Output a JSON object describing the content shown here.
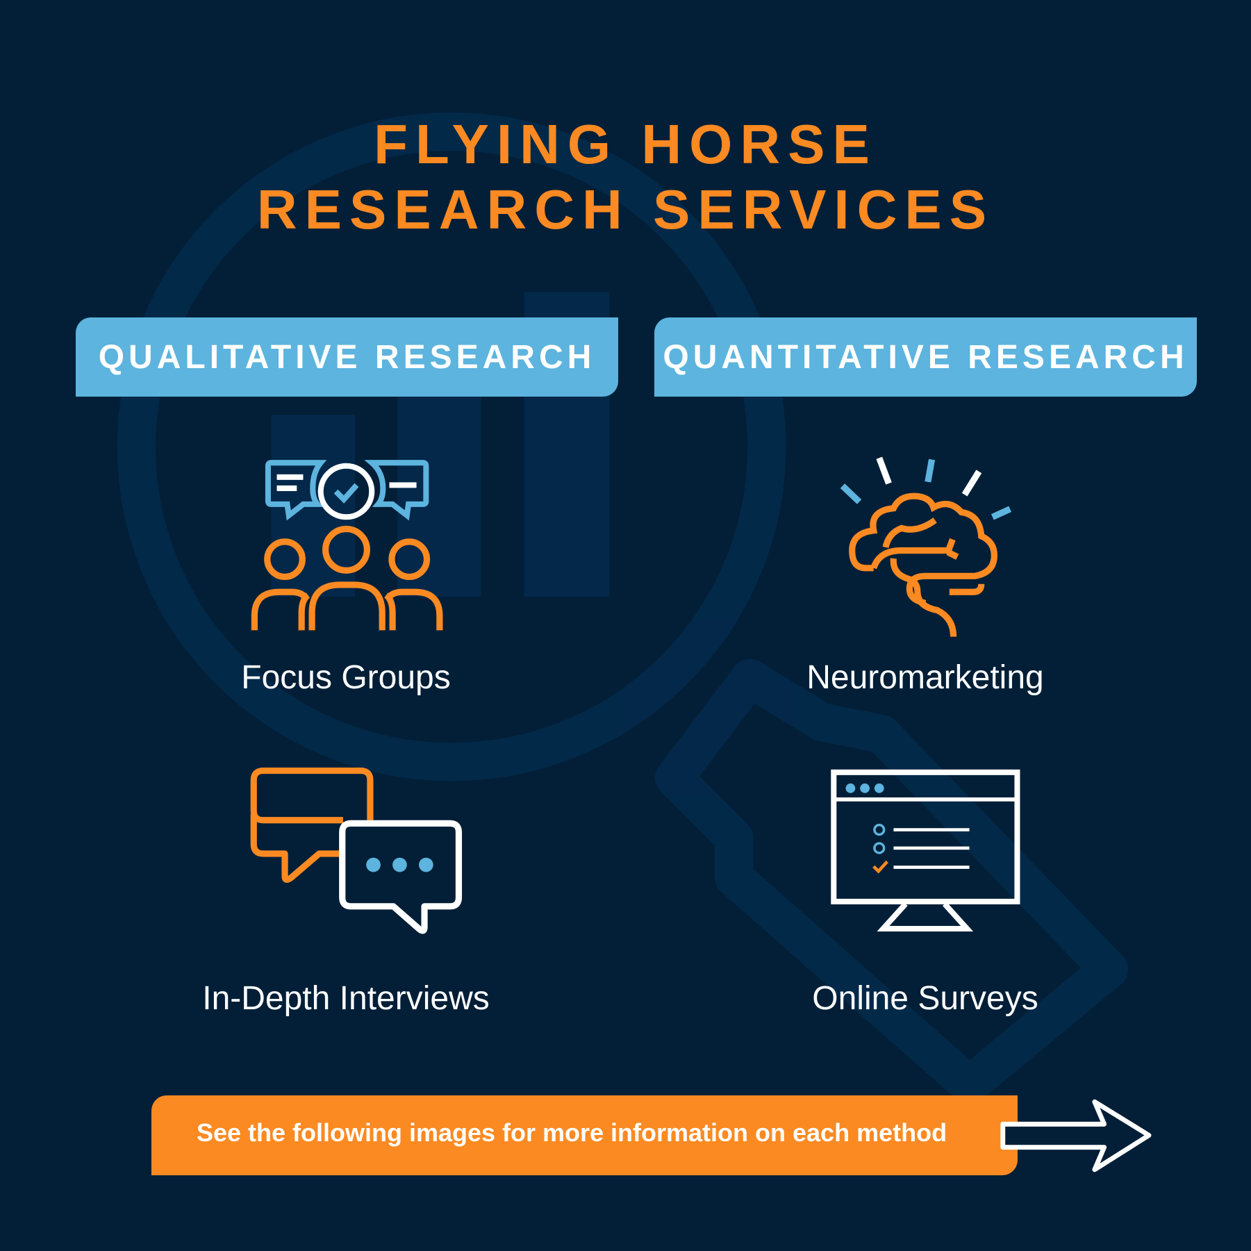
{
  "title": {
    "line1": "FLYING HORSE",
    "line2": "RESEARCH SERVICES"
  },
  "sections": [
    {
      "heading": "QUALITATIVE RESEARCH",
      "items": [
        {
          "label": "Focus Groups",
          "icon": "focus-group-icon"
        },
        {
          "label": "In-Depth Interviews",
          "icon": "speech-bubbles-icon"
        }
      ]
    },
    {
      "heading": "QUANTITATIVE RESEARCH",
      "items": [
        {
          "label": "Neuromarketing",
          "icon": "brain-icon"
        },
        {
          "label": "Online Surveys",
          "icon": "survey-monitor-icon"
        }
      ]
    }
  ],
  "cta": {
    "text": "See the following images for more information on each method",
    "icon": "arrow-right-icon"
  },
  "colors": {
    "background": "#021f37",
    "orange": "#fb8a22",
    "blue": "#5db4de",
    "white": "#ffffff"
  }
}
